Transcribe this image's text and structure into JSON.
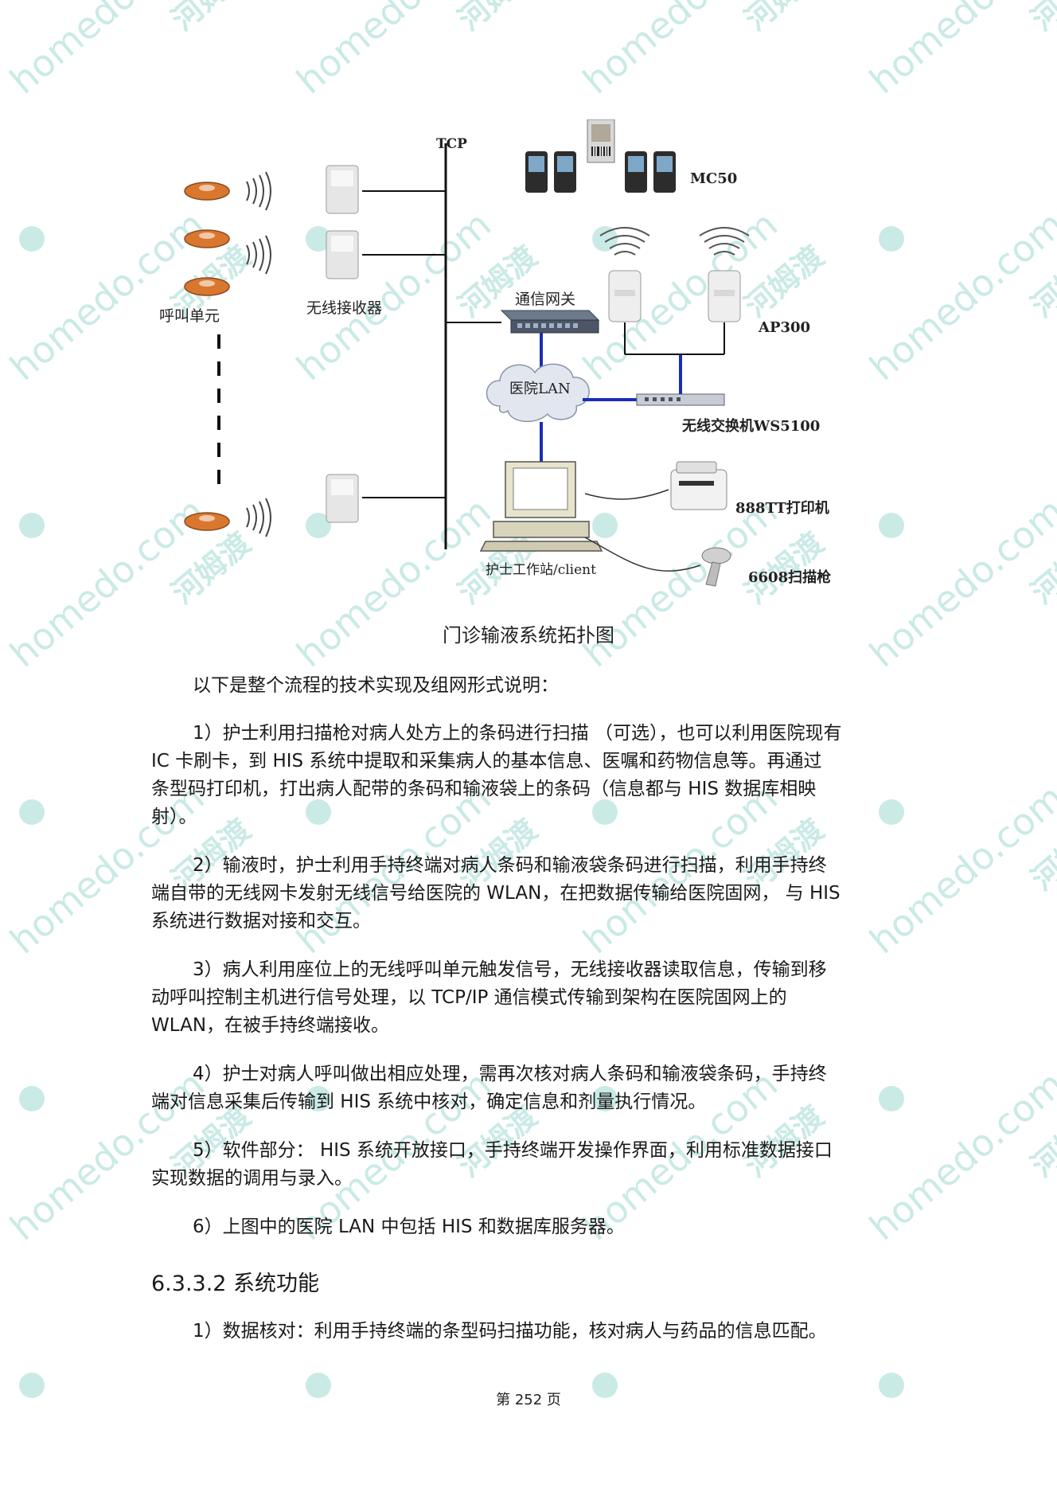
{
  "diagram": {
    "labels": {
      "tcp": "TCP",
      "call_unit": "呼叫单元",
      "wireless_receiver": "无线接收器",
      "gateway": "通信网关",
      "hospital_lan": "医院LAN",
      "mc50": "MC50",
      "ap300": "AP300",
      "switch": "无线交换机WS5100",
      "printer": "888TT打印机",
      "scanner": "6608扫描枪",
      "workstation": "护士工作站/client"
    }
  },
  "caption": "门诊输液系统拓扑图",
  "paragraphs": {
    "intro": "以下是整个流程的技术实现及组网形式说明：",
    "p1": {
      "l1": "1）护士利用扫描枪对病人处方上的条码进行扫描 （可选），也可以利用医院现有",
      "l2": "IC 卡刷卡，到 HIS 系统中提取和采集病人的基本信息、医嘱和药物信息等。再通过",
      "l3": "条型码打印机，打出病人配带的条码和输液袋上的条码（信息都与 HIS 数据库相映",
      "l4": "射）。"
    },
    "p2": {
      "l1": "2）输液时，护士利用手持终端对病人条码和输液袋条码进行扫描，利用手持终",
      "l2": "端自带的无线网卡发射无线信号给医院的 WLAN，在把数据传输给医院固网， 与 HIS",
      "l3": "系统进行数据对接和交互。"
    },
    "p3": {
      "l1": "3）病人利用座位上的无线呼叫单元触发信号，无线接收器读取信息，传输到移",
      "l2": "动呼叫控制主机进行信号处理，以 TCP/IP 通信模式传输到架构在医院固网上的",
      "l3": "WLAN，在被手持终端接收。"
    },
    "p4": {
      "l1": "4）护士对病人呼叫做出相应处理，需再次核对病人条码和输液袋条码，手持终",
      "l2": "端对信息采集后传输到 HIS 系统中核对，确定信息和剂量执行情况。"
    },
    "p5": {
      "l1": "5）软件部分： HIS 系统开放接口，手持终端开发操作界面，利用标准数据接口",
      "l2": "实现数据的调用与录入。"
    },
    "p6": "6）上图中的医院 LAN 中包括 HIS 和数据库服务器。",
    "heading": "6.3.3.2 系统功能",
    "p7": "1）数据核对：利用手持终端的条型码扫描功能，核对病人与药品的信息匹配。"
  },
  "footer": "第 252 页",
  "watermark": {
    "text_a": "homedo.com",
    "text_b": "河姆渡",
    "color": "#9fd9d2"
  }
}
